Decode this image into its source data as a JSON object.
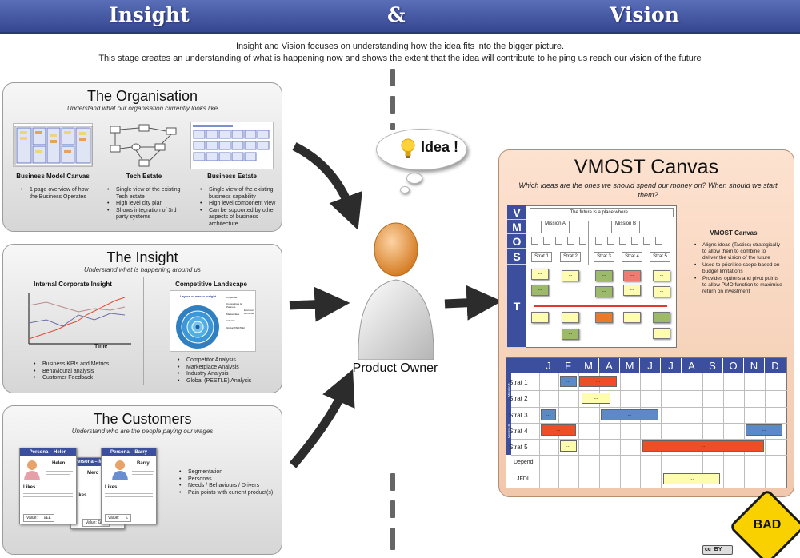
{
  "banner": {
    "left": "Insight",
    "middle": "&",
    "right": "Vision"
  },
  "intro": {
    "line1": "Insight and Vision focuses on understanding how the idea fits into the bigger picture.",
    "line2": "This stage creates an understanding of what is happening now and shows the extent that the idea will contribute to helping us reach our vision of the future"
  },
  "organisation": {
    "title": "The Organisation",
    "subtitle": "Understand what our organisation currently looks like",
    "columns": [
      {
        "caption": "Business Model Canvas",
        "bullets": [
          "1 page overview of how the Business Operates"
        ]
      },
      {
        "caption": "Tech Estate",
        "bullets": [
          "Single view of the existing Tech estate",
          "High level city plan",
          "Shows integration of 3rd party systems"
        ]
      },
      {
        "caption": "Business Estate",
        "bullets": [
          "Single view of the existing business capability",
          "High level component view",
          "Can be supported by other aspects of  business architecture"
        ]
      }
    ]
  },
  "insight": {
    "title": "The Insight",
    "subtitle": "Understand what is happening around us",
    "left_caption": "Internal Corporate Insight",
    "right_caption": "Competitive Landscape",
    "chart_axis": "Time",
    "landscape_title": "Layers of macro insight",
    "landscape_labels": [
      "Corporate",
      "Competitors & Partners",
      "Marketplace",
      "Industry",
      "Global (PESTLE)",
      "Evolution & Trends"
    ],
    "left_bullets": [
      "Business KPIs and Metrics",
      "Behavioural analysis",
      "Customer Feedback"
    ],
    "right_bullets": [
      "Competitor Analysis",
      "Marketplace Analysis",
      "Industry Analysis",
      "Global (PESTLE) Analysis"
    ]
  },
  "customers": {
    "title": "The Customers",
    "subtitle": "Understand who are the people paying our wages",
    "personas": [
      {
        "header": "Persona – Helen",
        "name": "Helen",
        "likes": "Likes",
        "value_label": "Value:",
        "value": "£££"
      },
      {
        "header": "Persona – Mercedes",
        "name": "Merc",
        "likes": "Likes",
        "value_label": "Value:",
        "value": "££££"
      },
      {
        "header": "Persona – Barry",
        "name": "Barry",
        "likes": "Likes",
        "value_label": "Value:",
        "value": "£"
      }
    ],
    "bullets": [
      "Segmentation",
      "Personas",
      "Needs / Behaviours / Drivers",
      "Pain points with current product(s)"
    ]
  },
  "idea": {
    "label": "Idea !"
  },
  "product_owner": {
    "label": "Product Owner"
  },
  "vmost": {
    "title": "VMOST Canvas",
    "subtitle": "Which ideas are the ones we should spend our money on? When should we start them?",
    "letters": [
      "V",
      "M",
      "O",
      "S",
      "T"
    ],
    "vision_text": "The future is a place where ...",
    "missions": [
      "Mission A",
      "Mission B"
    ],
    "objective_marker": "...",
    "strategies": [
      "Strat 1",
      "Strat 2",
      "Strat 3",
      "Strat 4",
      "Strat 5"
    ],
    "sticky_text": "...",
    "box_title": "VMOST Canvas",
    "box_bullets": [
      "Aligns ideas (Tactics) strategically to allow them to combine to deliver the vision of the future",
      "Used to prioritise scope based on budget limitations",
      "Provides options and pivot points to allow PMO function to maximise return on investment"
    ]
  },
  "roadmap": {
    "months": [
      "J",
      "F",
      "M",
      "A",
      "M",
      "J",
      "J",
      "A",
      "S",
      "O",
      "N",
      "D"
    ],
    "rows": [
      "Strat 1",
      "Strat 2",
      "Strat 3",
      "Strat 4",
      "Strat 5",
      "Depend.",
      "JFDI"
    ],
    "side_labels": [
      "Mission A",
      "Mission B"
    ],
    "bar_text": "..."
  },
  "logo": {
    "text": "BAD"
  },
  "license": {
    "a": "cc",
    "b": "BY"
  }
}
